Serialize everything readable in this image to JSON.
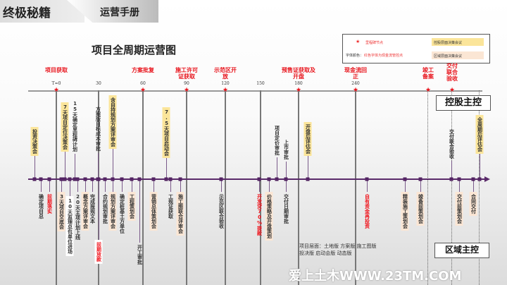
{
  "header": {
    "left": "终极秘籍",
    "right": "运营手册"
  },
  "title": "项目全周期运营图",
  "legend": {
    "milestone": "里程碑节点",
    "font_note_label": "字体颜色：",
    "font_note": "红色字体为现金流管控点",
    "holding": "控股层面决策会议",
    "regional": "区域层面决策会议",
    "holding_color": "#fbe59a",
    "regional_color": "#fbe6d4"
  },
  "milestones": [
    "项目获取",
    "方案批复",
    "施工许可证获取",
    "示范区开放",
    "预售证获取及开盘",
    "现金流回正",
    "竣工备案",
    "交付联合验收"
  ],
  "ticks": [
    "T=0",
    "30",
    "60",
    "90",
    "120",
    "150",
    "180",
    "240"
  ],
  "upper": [
    {
      "text": "投资决策会",
      "style": "y"
    },
    {
      "text": "7天项目定位决策会",
      "style": "y"
    },
    {
      "text": "15天确定里程碑计划",
      "style": ""
    },
    {
      "text": "方案版目标成本审批",
      "style": ""
    },
    {
      "text": "含自持规划方案评审会",
      "style": "y"
    },
    {
      "text": "7.5天项目启动会",
      "style": "y"
    },
    {
      "text": "项目定价审批",
      "style": ""
    },
    {
      "text": "上市审批",
      "style": ""
    },
    {
      "text": "开盘后评估会",
      "style": "y"
    },
    {
      "text": "交付联合验收",
      "style": ""
    },
    {
      "text": "全周期后评估会",
      "style": "y"
    }
  ],
  "lower": [
    {
      "text": "确定项目总",
      "style": ""
    },
    {
      "text": "前期落实",
      "style": "r"
    },
    {
      "text": "3天项目交底会",
      "style": "p"
    },
    {
      "text": "10天监理总包单位进场",
      "style": "w"
    },
    {
      "text": "20天主项计划上线",
      "style": ""
    },
    {
      "text": "概念方案评审会",
      "style": "p"
    },
    {
      "text": "完成报规文本",
      "style": ""
    },
    {
      "text": "前期放款",
      "style": "w r"
    },
    {
      "text": "合约规划审批",
      "style": ""
    },
    {
      "text": "规划方案评审会",
      "style": "p"
    },
    {
      "text": "确定桩基土方单位",
      "style": ""
    },
    {
      "text": "工程策划会",
      "style": "p"
    },
    {
      "text": "开工审批",
      "style": ""
    },
    {
      "text": "营销总体策划会",
      "style": "p"
    },
    {
      "text": "工规证获取",
      "style": ""
    },
    {
      "text": "施工图联合评审会",
      "style": "p"
    },
    {
      "text": "示范区联合验收",
      "style": ""
    },
    {
      "text": "开发贷70%提款",
      "style": "r"
    },
    {
      "text": "价格策略及开盘策划",
      "style": "p"
    },
    {
      "text": "交付日期审批",
      "style": ""
    },
    {
      "text": "自有资金再投资",
      "style": "r"
    },
    {
      "text": "精装施工策划会",
      "style": "p"
    },
    {
      "text": "竣备前策划会",
      "style": "p"
    },
    {
      "text": "交付前策划会",
      "style": "p"
    },
    {
      "text": "合同交付",
      "style": "p"
    }
  ],
  "holding_box": "控股主控",
  "bottom": {
    "line1": "项目层面：土地版 方案版 施工图版",
    "line2": "投决版 启动会版 动态版",
    "box": "区域主控"
  },
  "watermark": "爱上土木WWW.23TM.COM"
}
